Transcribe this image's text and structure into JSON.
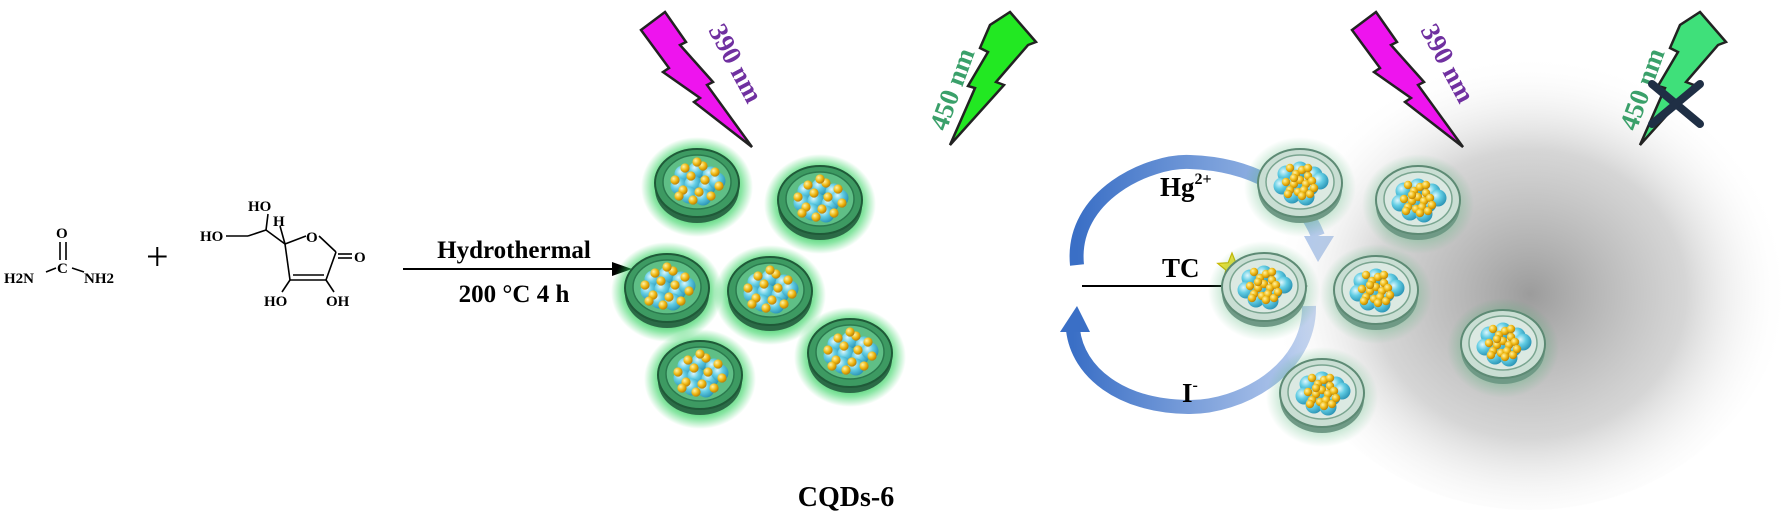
{
  "reactants": {
    "urea": {
      "o_label": "O",
      "c_label": "C",
      "n_left_label": "H2N",
      "n_right_label": "NH2"
    },
    "plus_sign": "+",
    "ascorbic_acid": {
      "oh_top": "HO",
      "ho_left": "HO",
      "h_label": "H",
      "ring_o": "O",
      "carbonyl_o": "O",
      "ho_bottom_left": "HO",
      "oh_bottom_right": "OH"
    }
  },
  "synthesis": {
    "method_label": "Hydrothermal",
    "condition_label": "200 °C 4 h"
  },
  "product": {
    "name_label": "CQDs-6",
    "excitation_label": "390 nm",
    "emission_label": "450 nm",
    "dot_count": 6
  },
  "switch_cycle": {
    "quencher_label": "Hg",
    "quencher_charge": "2+",
    "analyte_label": "TC",
    "restorer_label": "I",
    "restorer_charge": "-"
  },
  "quenched_state": {
    "excitation_label": "390 nm",
    "emission_label": "450 nm",
    "dot_count": 6
  },
  "colors": {
    "excitation": "#ee14ee",
    "excitation_text": "#7030a0",
    "emission": "#22e822",
    "emission_text": "#3aa06a",
    "dot_glow": "#1fb84a",
    "dot_rim": "#2e6e4a",
    "particle_blue": "#54c8e0",
    "particle_gold": "#e8b010",
    "cycle_arrow": "#4a7fd0",
    "star": "#f2e23a"
  }
}
